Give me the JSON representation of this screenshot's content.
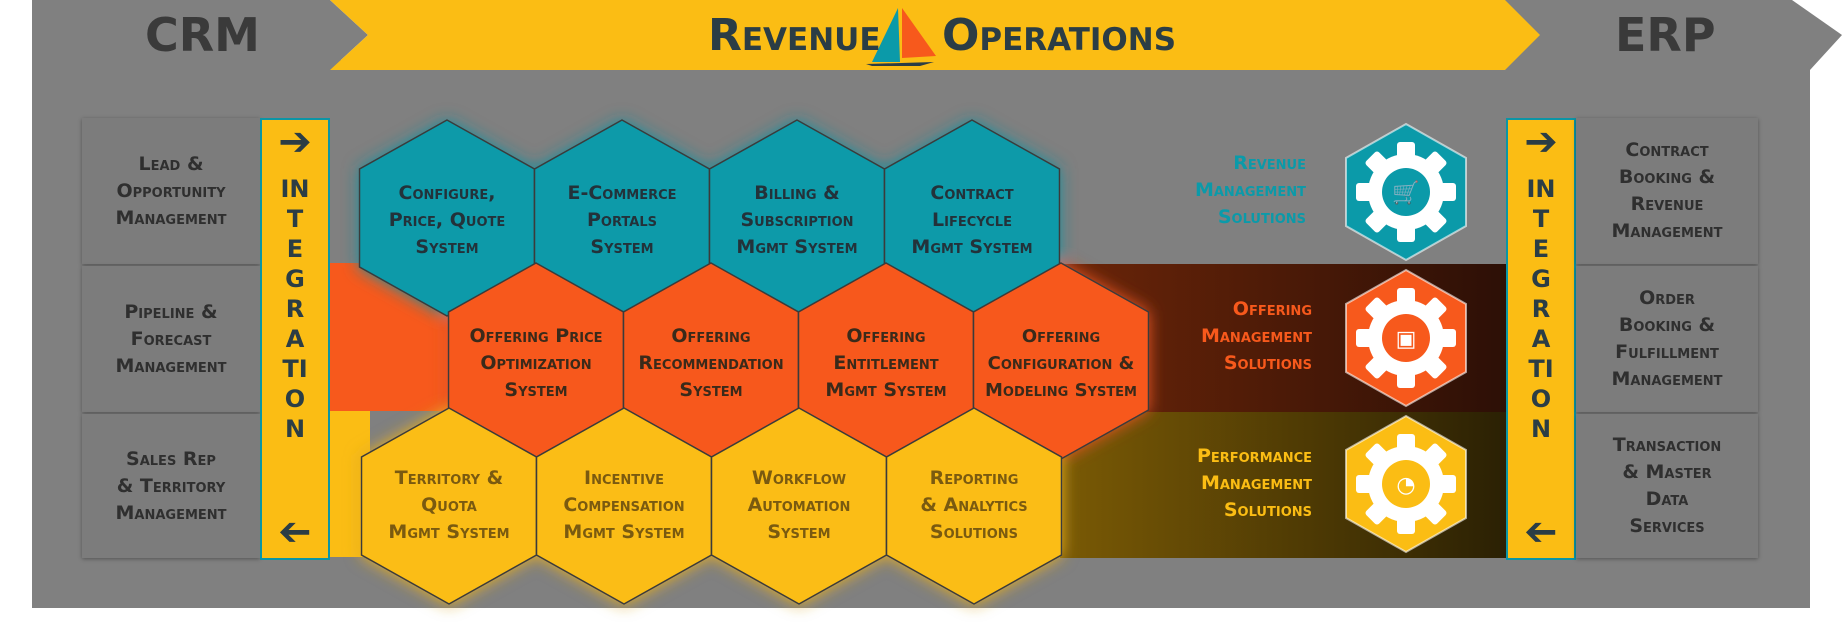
{
  "header": {
    "left_title": "CRM",
    "center_title_left": "Revenue",
    "center_title_right": "Operations",
    "right_title": "ERP"
  },
  "left_boxes": [
    {
      "label": "Lead &\nOpportunity\nManagement"
    },
    {
      "label": "Pipeline &\nForecast\nManagement"
    },
    {
      "label": "Sales Rep\n& Territory\nManagement"
    }
  ],
  "right_boxes": [
    {
      "label": "Contract\nBooking &\nRevenue\nManagement"
    },
    {
      "label": "Order\nBooking &\nFulfillment\nManagement"
    },
    {
      "label": "Transaction\n& Master\nData\nServices"
    }
  ],
  "integration": {
    "label": "INTEGRATION"
  },
  "hexes": {
    "row1": [
      {
        "label": "Configure,\nPrice, Quote\nSystem"
      },
      {
        "label": "E-Commerce\nPortals\nSystem"
      },
      {
        "label": "Billing &\nSubscription\nMgmt System"
      },
      {
        "label": "Contract\nLifecycle\nMgmt System"
      }
    ],
    "row2": [
      {
        "label": "Offering Price\nOptimization\nSystem"
      },
      {
        "label": "Offering\nRecommendation\nSystem"
      },
      {
        "label": "Offering\nEntitlement\nMgmt System"
      },
      {
        "label": "Offering\nConfiguration &\nModeling System"
      }
    ],
    "row3": [
      {
        "label": "Territory &\nQuota\nMgmt System"
      },
      {
        "label": "Incentive\nCompensation\nMgmt System"
      },
      {
        "label": "Workflow\nAutomation\nSystem"
      },
      {
        "label": "Reporting\n& Analytics\nSolutions"
      }
    ]
  },
  "solutions": [
    {
      "label": "Revenue\nManagement\nSolutions",
      "color": "#0b9aa9",
      "icon": "shopping-cart-icon"
    },
    {
      "label": "Offering\nManagement\nSolutions",
      "color": "#f7591c",
      "icon": "package-box-icon"
    },
    {
      "label": "Performance\nManagement\nSolutions",
      "color": "#fbbd14",
      "icon": "speedometer-gauge-icon"
    }
  ],
  "colors": {
    "teal": "#0b9aa9",
    "orange": "#f7591c",
    "yellow": "#fbbd14",
    "gray": "#808080",
    "dark_text": "#2b3d45"
  }
}
